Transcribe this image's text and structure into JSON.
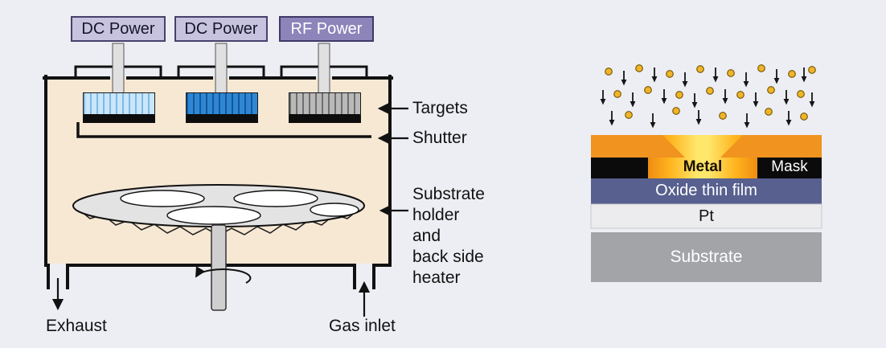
{
  "left_diagram": {
    "power_supplies": [
      {
        "label": "DC Power"
      },
      {
        "label": "DC Power"
      },
      {
        "label": "RF Power"
      }
    ],
    "annotations": {
      "targets": "Targets",
      "shutter": "Shutter",
      "holder_lines": [
        "Substrate",
        "holder",
        "and",
        "back side",
        "heater"
      ],
      "exhaust": "Exhaust",
      "gas_inlet": "Gas inlet"
    }
  },
  "right_diagram": {
    "labels": {
      "metal": "Metal",
      "mask": "Mask",
      "oxide": "Oxide thin film",
      "pt": "Pt",
      "substrate": "Substrate"
    }
  },
  "colors": {
    "background": "#edeef4",
    "chamber_fill": "#f7e8d4",
    "power_box_dc": "#c7c3de",
    "power_box_rf": "#8d84ba",
    "target_blue_light": "#9fd0f2",
    "target_blue": "#2f87d3",
    "target_gray": "#b9b9b9",
    "metal_orange": "#f0931f",
    "metal_yellow": "#ffe76b",
    "oxide_blue": "#57608f",
    "pt_gray": "#ececef",
    "substrate_gray": "#a2a4a8",
    "mask_black": "#0b0b0b",
    "particle_yellow": "#f0b429"
  }
}
